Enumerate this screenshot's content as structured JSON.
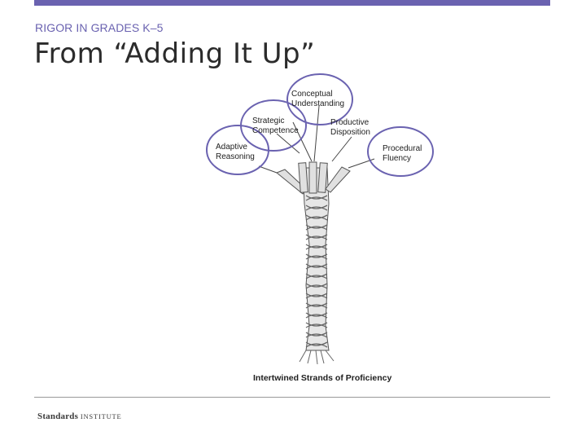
{
  "header": {
    "subtitle": "RIGOR IN GRADES K–5",
    "title": "From “Adding It Up”"
  },
  "diagram": {
    "caption": "Intertwined Strands of Proficiency",
    "strands": [
      {
        "id": "conceptual",
        "lines": [
          "Conceptual",
          "Understanding"
        ]
      },
      {
        "id": "strategic",
        "lines": [
          "Strategic",
          "Competence"
        ]
      },
      {
        "id": "productive",
        "lines": [
          "Productive",
          "Disposition"
        ]
      },
      {
        "id": "adaptive",
        "lines": [
          "Adaptive",
          "Reasoning"
        ]
      },
      {
        "id": "procedural",
        "lines": [
          "Procedural",
          "Fluency"
        ]
      }
    ],
    "circle_color": "#6a62b0"
  },
  "footer": {
    "logo_bold": "Standards",
    "logo_rest": "INSTITUTE"
  }
}
